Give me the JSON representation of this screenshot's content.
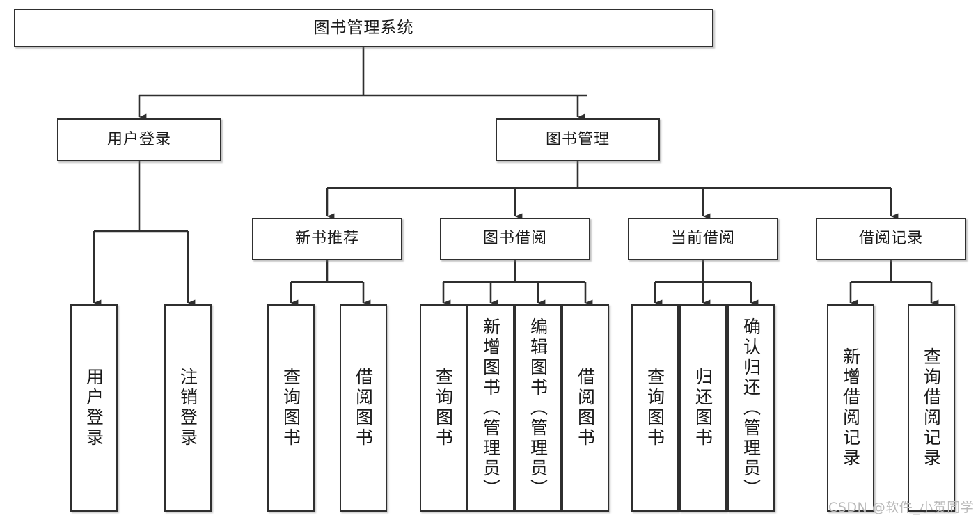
{
  "diagram": {
    "title": "图书管理系统",
    "type": "tree-hierarchy-diagram",
    "watermark": "CSDN @软件_小贺同学",
    "colors": {
      "box_border": "#2f2f2f",
      "box_fill": "#ffffff",
      "connector": "#2f2f2f",
      "text": "#1a1a1a",
      "watermark": "#b9b9b9",
      "background": "#ffffff"
    },
    "root": {
      "label": "图书管理系统"
    },
    "level2": [
      {
        "id": "user-login",
        "label": "用户登录"
      },
      {
        "id": "book-management",
        "label": "图书管理"
      }
    ],
    "level3": [
      {
        "id": "new-book-recommend",
        "label": "新书推荐"
      },
      {
        "id": "book-borrow",
        "label": "图书借阅"
      },
      {
        "id": "current-borrow",
        "label": "当前借阅"
      },
      {
        "id": "borrow-record",
        "label": "借阅记录"
      }
    ],
    "leaves": [
      {
        "id": "leaf-user-login",
        "label": "用户登录",
        "parent": "user-login"
      },
      {
        "id": "leaf-user-logout",
        "label": "注销登录",
        "parent": "user-login"
      },
      {
        "id": "leaf-query-book-1",
        "label": "查询图书",
        "parent": "new-book-recommend"
      },
      {
        "id": "leaf-borrow-book-1",
        "label": "借阅图书",
        "parent": "new-book-recommend"
      },
      {
        "id": "leaf-query-book-2",
        "label": "查询图书",
        "parent": "book-borrow"
      },
      {
        "id": "leaf-add-book",
        "label": "新增图书（管理员）",
        "parent": "book-borrow"
      },
      {
        "id": "leaf-edit-book",
        "label": "编辑图书（管理员）",
        "parent": "book-borrow"
      },
      {
        "id": "leaf-borrow-book-2",
        "label": "借阅图书",
        "parent": "book-borrow"
      },
      {
        "id": "leaf-query-book-3",
        "label": "查询图书",
        "parent": "current-borrow"
      },
      {
        "id": "leaf-return-book",
        "label": "归还图书",
        "parent": "current-borrow"
      },
      {
        "id": "leaf-confirm-return",
        "label": "确认归还（管理员）",
        "parent": "current-borrow"
      },
      {
        "id": "leaf-add-record",
        "label": "新增借阅记录",
        "parent": "borrow-record"
      },
      {
        "id": "leaf-query-record",
        "label": "查询借阅记录",
        "parent": "borrow-record"
      }
    ]
  }
}
